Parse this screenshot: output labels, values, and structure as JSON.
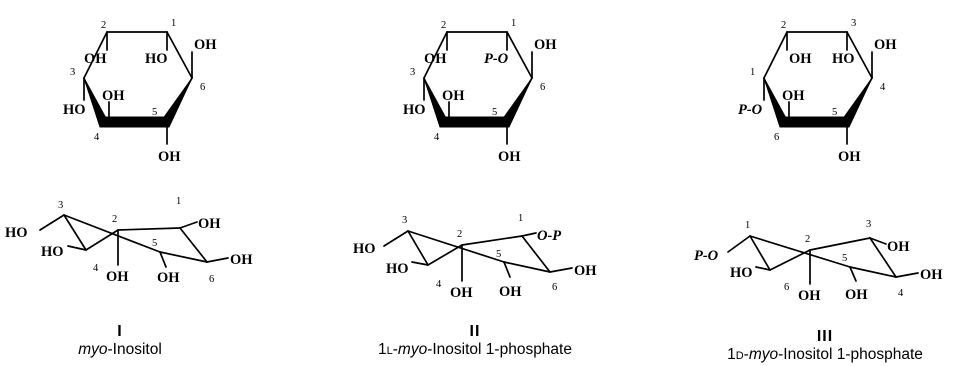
{
  "compounds": [
    {
      "roman": "I",
      "name_parts": [
        {
          "t": "myo",
          "style": "italic"
        },
        {
          "t": "-Inositol",
          "style": "normal"
        }
      ],
      "chair_top": {
        "groups": [
          "OH",
          "HO",
          "OH",
          "HO",
          "OH",
          "OH"
        ],
        "numbers": [
          "1",
          "2",
          "3",
          "4",
          "5",
          "6"
        ]
      },
      "chair_bottom": {
        "groups": [
          "HO",
          "HO",
          "OH",
          "OH",
          "OH",
          "OH"
        ],
        "numbers": [
          "1",
          "2",
          "3",
          "4",
          "5",
          "6"
        ]
      }
    },
    {
      "roman": "II",
      "name_parts": [
        {
          "t": "1",
          "style": "normal"
        },
        {
          "t": "L",
          "style": "smallcaps"
        },
        {
          "t": "-",
          "style": "normal"
        },
        {
          "t": "myo",
          "style": "italic"
        },
        {
          "t": "-Inositol 1-phosphate",
          "style": "normal"
        }
      ],
      "chair_top": {
        "groups": [
          "OH",
          "P-O",
          "OH",
          "HO",
          "OH",
          "OH"
        ],
        "numbers": [
          "1",
          "2",
          "3",
          "4",
          "5",
          "6"
        ]
      },
      "chair_bottom": {
        "groups": [
          "HO",
          "HO",
          "OH",
          "O-P",
          "OH",
          "OH"
        ],
        "numbers": [
          "1",
          "2",
          "3",
          "4",
          "5",
          "6"
        ]
      }
    },
    {
      "roman": "III",
      "name_parts": [
        {
          "t": "1",
          "style": "normal"
        },
        {
          "t": "D",
          "style": "smallcaps"
        },
        {
          "t": "-",
          "style": "normal"
        },
        {
          "t": "myo",
          "style": "italic"
        },
        {
          "t": "-Inositol 1-phosphate",
          "style": "normal"
        }
      ],
      "chair_top": {
        "groups": [
          "OH",
          "HO",
          "OH",
          "P-O",
          "OH",
          "OH"
        ],
        "numbers": [
          "2",
          "3",
          "1",
          "4",
          "6",
          "5"
        ]
      },
      "chair_bottom": {
        "groups": [
          "P-O",
          "HO",
          "OH",
          "OH",
          "OH",
          "OH"
        ],
        "numbers": [
          "1",
          "2",
          "3",
          "6",
          "5",
          "4"
        ]
      }
    }
  ]
}
